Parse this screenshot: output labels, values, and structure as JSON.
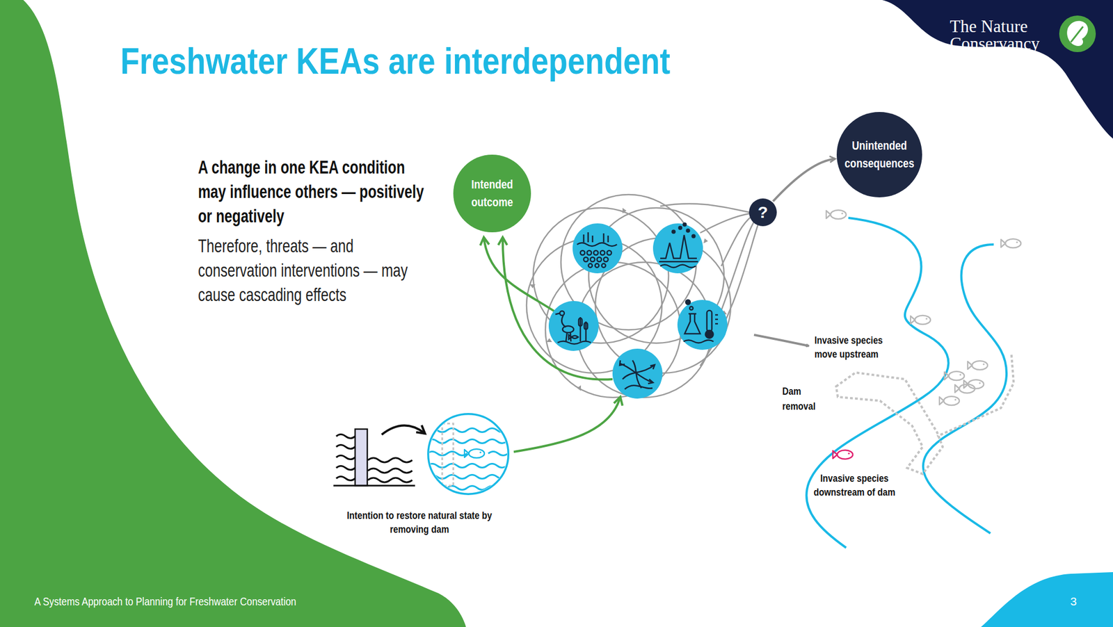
{
  "diagram": {
    "title": "Freshwater KEAs are interdependent",
    "nodes": [
      {
        "text": [
          "Intended outcome"
        ]
      },
      {
        "text": [
          "Unintended consequences"
        ]
      },
      {
        "text": [
          "?"
        ]
      },
      {
        "text": [
          "Intention to restore natural state by removing dam"
        ]
      }
    ],
    "edges": [
      {
        "from": 2,
        "to": 1,
        "arrow": "to"
      }
    ],
    "labels": [
      "A change in one KEA condition may influence others — positively or negatively",
      "Therefore, threats — and conservation interventions — may cause cascading effects",
      "Invasive species move upstream",
      "Dam removal",
      "Invasive species downstream of dam",
      "The Nature Conservancy",
      "A Systems Approach to Planning for Freshwater Conservation",
      "3"
    ]
  }
}
